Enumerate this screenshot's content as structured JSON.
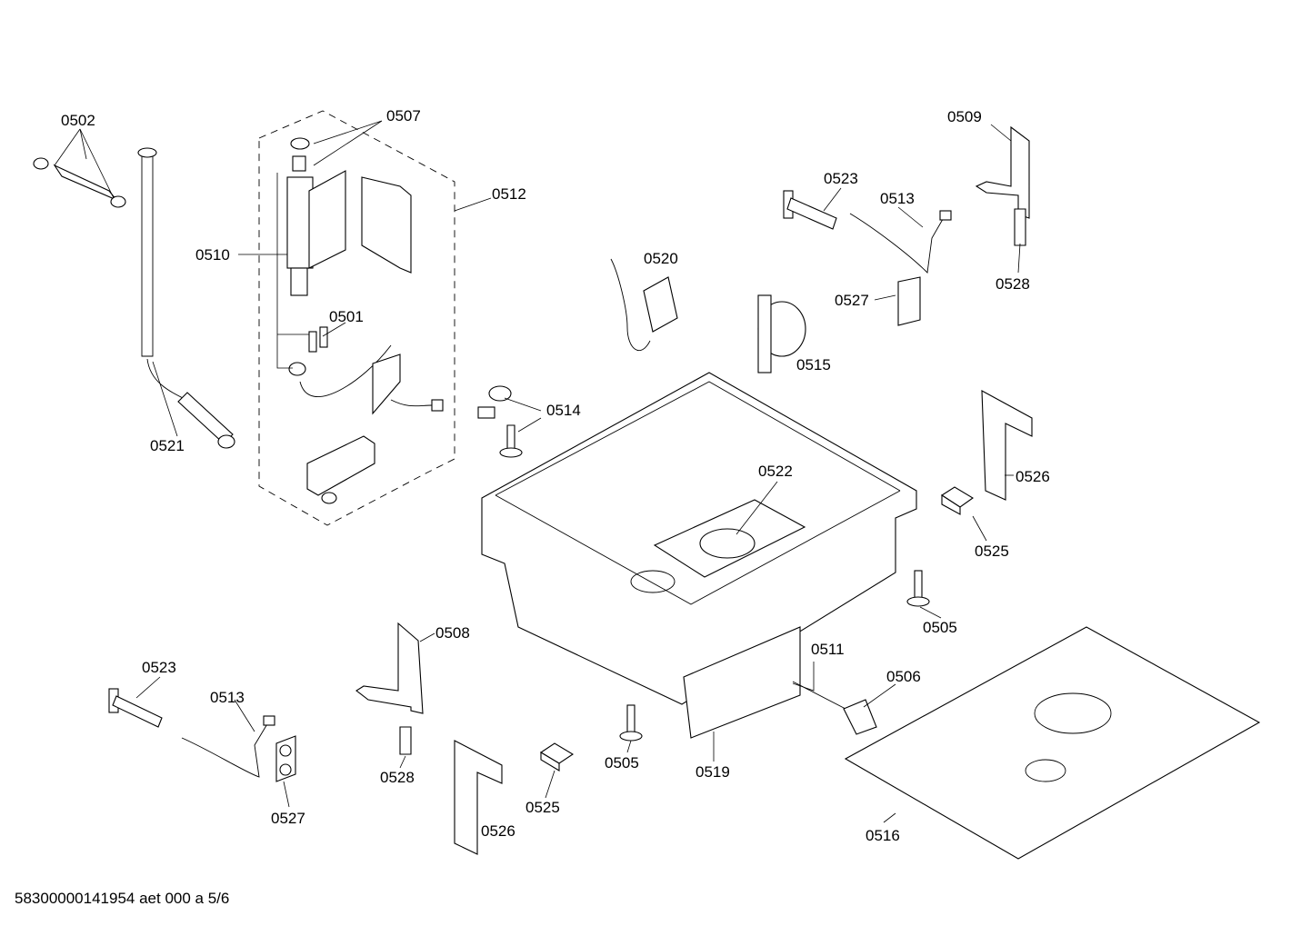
{
  "diagram": {
    "footer": "58300000141954 aet 000 a 5/6",
    "labels": {
      "l0502": "0502",
      "l0507": "0507",
      "l0512": "0512",
      "l0510": "0510",
      "l0501": "0501",
      "l0521": "0521",
      "l0509": "0509",
      "l0523a": "0523",
      "l0513a": "0513",
      "l0520": "0520",
      "l0527a": "0527",
      "l0528a": "0528",
      "l0515": "0515",
      "l0514": "0514",
      "l0522": "0522",
      "l0526a": "0526",
      "l0525a": "0525",
      "l0505a": "0505",
      "l0508": "0508",
      "l0511": "0511",
      "l0506": "0506",
      "l0523b": "0523",
      "l0513b": "0513",
      "l0527b": "0527",
      "l0528b": "0528",
      "l0505b": "0505",
      "l0519": "0519",
      "l0525b": "0525",
      "l0526b": "0526",
      "l0516": "0516"
    }
  }
}
